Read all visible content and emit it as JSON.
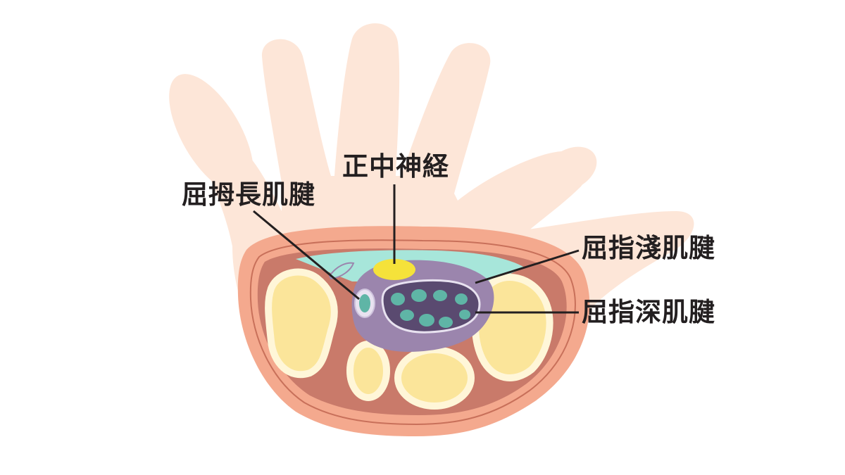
{
  "labels": {
    "median_nerve": "正中神経",
    "flexor_pollicis_longus": "屈拇長肌腱",
    "flexor_digitorum_superficialis": "屈指淺肌腱",
    "flexor_digitorum_profundus": "屈指深肌腱"
  },
  "colors": {
    "hand": "#fde6d8",
    "rim": "#f4a98e",
    "rim_outline": "#c8705a",
    "bone": "#fbe59a",
    "bone_edge": "#fff6d8",
    "tunnel": "#9b85ad",
    "tunnel_dark": "#5a4a70",
    "tendon": "#5fb5a6",
    "synovial": "#a7e6da",
    "nerve": "#f5e23a",
    "leader_line": "#231f20"
  }
}
